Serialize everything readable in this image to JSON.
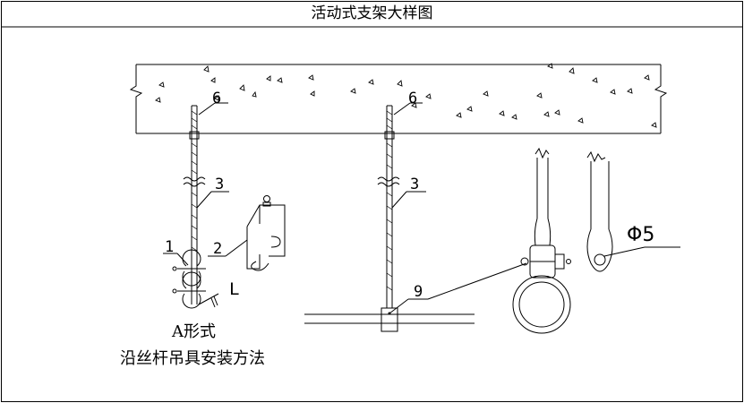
{
  "title": "活动式支架大样图",
  "labels": {
    "part_1": "1",
    "part_2": "2",
    "part_3_left": "3",
    "part_3_right": "3",
    "part_6_left": "6",
    "part_6_right": "6",
    "part_9": "9",
    "dim_l": "L",
    "diameter": "Φ5"
  },
  "caption": {
    "line1": "A形式",
    "line2": "沿丝杆吊具安装方法"
  },
  "colors": {
    "ink": "#000000",
    "paper": "#ffffff"
  }
}
